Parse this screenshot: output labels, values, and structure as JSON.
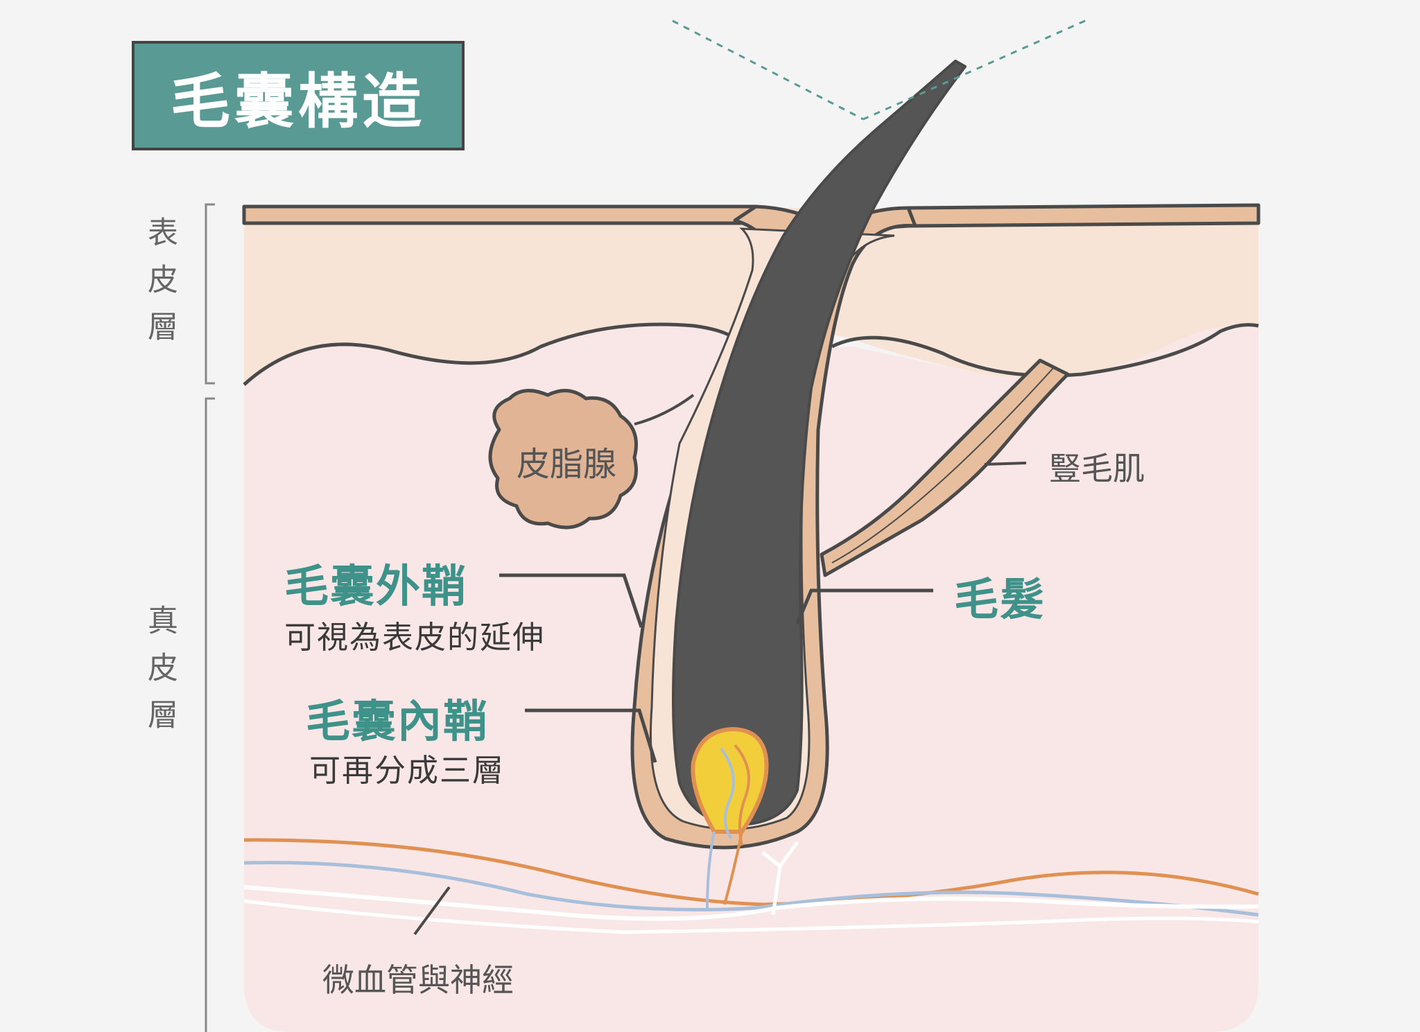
{
  "title": "毛囊構造",
  "layers": {
    "epidermis": "表皮層",
    "dermis": "真皮層"
  },
  "labels": {
    "sebaceous_gland": "皮脂腺",
    "arrector_pili": "豎毛肌",
    "outer_root_sheath": "毛囊外鞘",
    "outer_root_sheath_note": "可視為表皮的延伸",
    "inner_root_sheath": "毛囊內鞘",
    "inner_root_sheath_note": "可再分成三層",
    "hair_shaft": "毛髮",
    "vessels_nerves": "微血管與神經"
  },
  "colors": {
    "title_bg": "#5a9a94",
    "teal_text": "#3f928a",
    "epidermis_fill": "#f8e3d7",
    "dermis_fill": "#f8e7e6",
    "skin_layer": "#e8bf9e",
    "hair": "#555555",
    "outline": "#4a4a4a",
    "papilla_yellow": "#f2cf3a",
    "vessel_orange": "#e09050",
    "vessel_blue": "#a8bfdc"
  }
}
